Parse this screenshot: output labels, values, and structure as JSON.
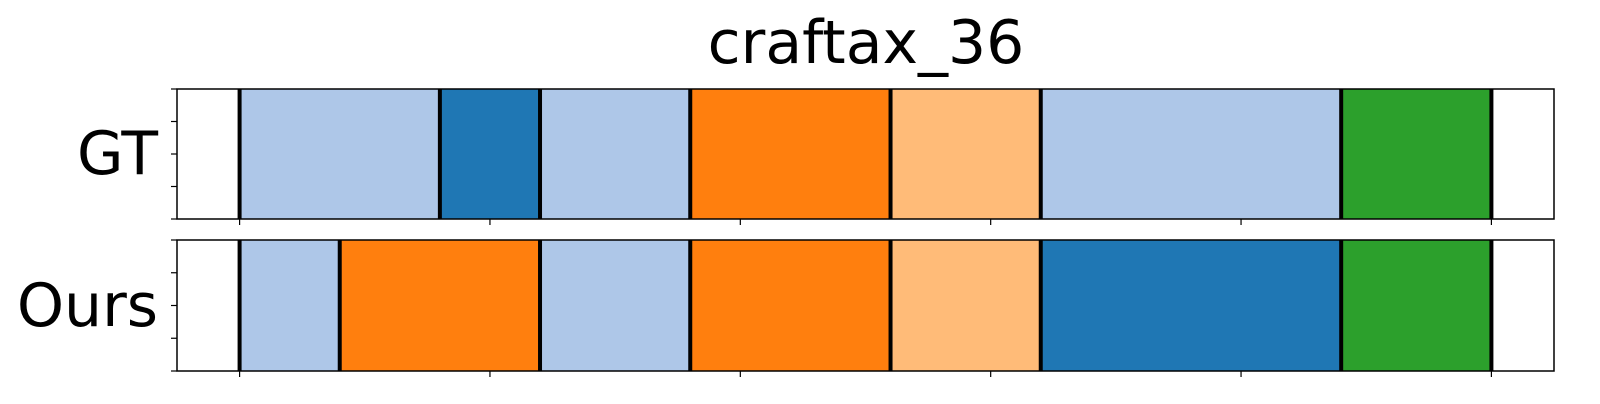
{
  "chart_data": {
    "type": "bar",
    "title": "craftax_36",
    "rows": [
      {
        "label": "GT",
        "segments": [
          {
            "start": 0,
            "end": 8,
            "color": "#aec7e8"
          },
          {
            "start": 8,
            "end": 12,
            "color": "#1f77b4"
          },
          {
            "start": 12,
            "end": 18,
            "color": "#aec7e8"
          },
          {
            "start": 18,
            "end": 26,
            "color": "#ff7f0e"
          },
          {
            "start": 26,
            "end": 32,
            "color": "#ffbb78"
          },
          {
            "start": 32,
            "end": 44,
            "color": "#aec7e8"
          },
          {
            "start": 44,
            "end": 50,
            "color": "#2ca02c"
          }
        ],
        "boundaries": [
          0,
          8,
          12,
          18,
          26,
          32,
          44,
          50
        ]
      },
      {
        "label": "Ours",
        "segments": [
          {
            "start": 0,
            "end": 4,
            "color": "#aec7e8"
          },
          {
            "start": 4,
            "end": 12,
            "color": "#ff7f0e"
          },
          {
            "start": 12,
            "end": 18,
            "color": "#aec7e8"
          },
          {
            "start": 18,
            "end": 26,
            "color": "#ff7f0e"
          },
          {
            "start": 26,
            "end": 32,
            "color": "#ffbb78"
          },
          {
            "start": 32,
            "end": 44,
            "color": "#1f77b4"
          },
          {
            "start": 44,
            "end": 50,
            "color": "#2ca02c"
          }
        ],
        "boundaries": [
          0,
          4,
          12,
          18,
          26,
          32,
          44,
          50
        ]
      }
    ],
    "xlim": [
      -2.5,
      52.5
    ],
    "xticks": [
      0,
      10,
      20,
      30,
      40,
      50
    ],
    "yticks": 5,
    "xlabel": "",
    "ylabel": "",
    "grid": false,
    "legend": "none"
  }
}
